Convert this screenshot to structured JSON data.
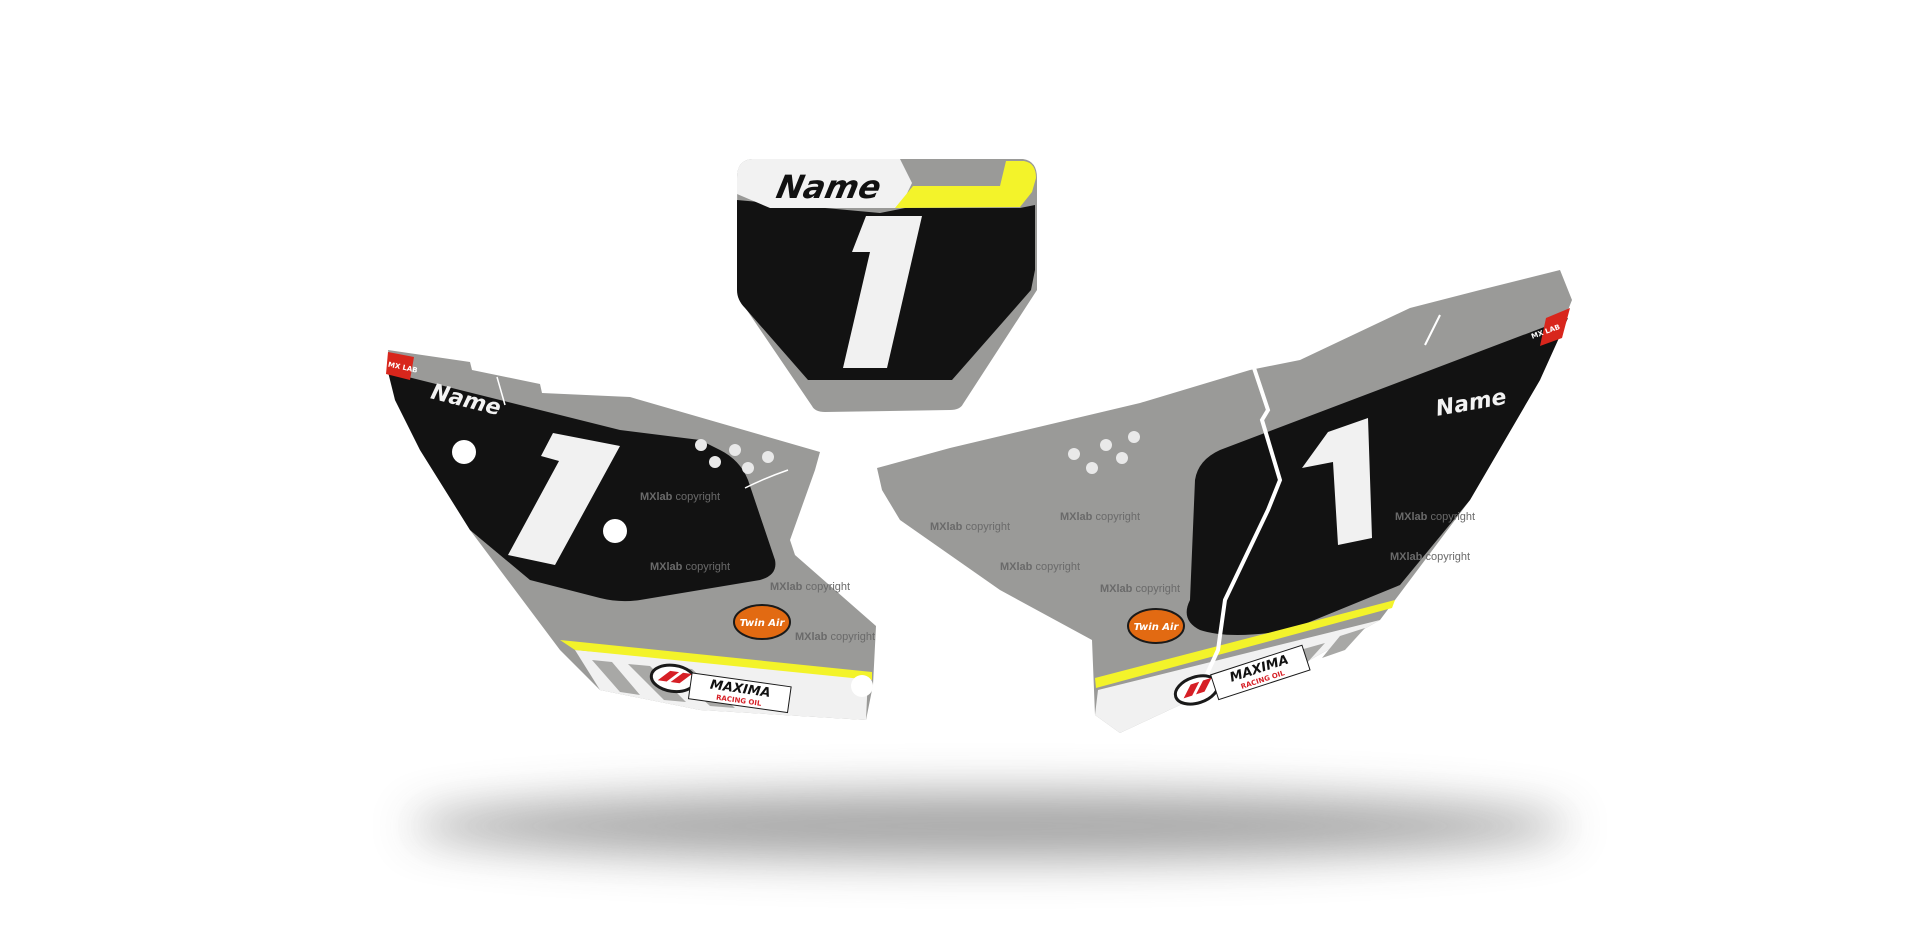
{
  "product": {
    "rider_name": "Name",
    "rider_number": "1",
    "watermark_brand": "MXlab",
    "watermark_word": "copyright",
    "logo_badge": "MX LAB",
    "sponsors": [
      "Twin Air",
      "MAXIMA",
      "RACING OIL"
    ]
  },
  "colors": {
    "plate_black": "#121212",
    "plate_grey": "#9a9a98",
    "accent_yellow": "#f3f32a",
    "number_white": "#f1f1f1",
    "badge_red": "#d8261c",
    "twinair_orange": "#e26a12",
    "maxima_red": "#d61f26"
  }
}
